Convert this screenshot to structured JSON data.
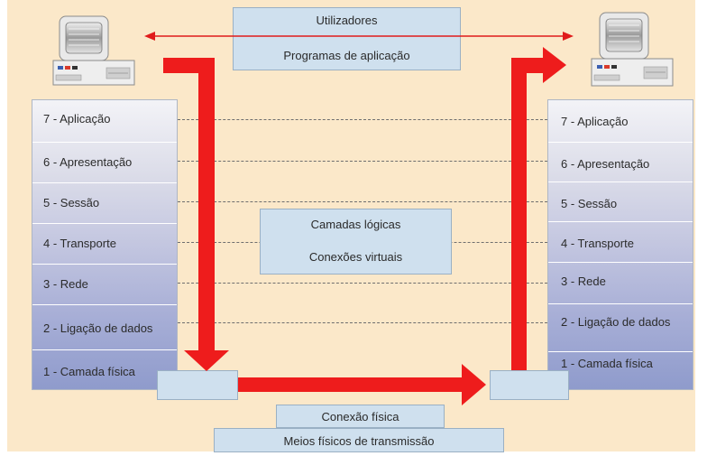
{
  "top_box": {
    "line1": "Utilizadores",
    "line2": "Programas de aplicação"
  },
  "center_box": {
    "line1": "Camadas lógicas",
    "line2": "Conexões virtuais"
  },
  "bottom": {
    "box1": "Conexão física",
    "box2": "Meios físicos de transmissão"
  },
  "left_stack": [
    "7 - Aplicação",
    "6 - Apresentação",
    "5 - Sessão",
    "4 - Transporte",
    "3 - Rede",
    "2 - Ligação de dados",
    "1 - Camada física"
  ],
  "right_stack": [
    "7 - Aplicação",
    "6 - Apresentação",
    "5 - Sessão",
    "4 - Transporte",
    "3 - Rede",
    "2 - Ligação de dados",
    "1 - Camada física"
  ],
  "icons": [
    "computer-icon-left",
    "computer-icon-right"
  ],
  "colors": {
    "background": "#fbe8c9",
    "box": "#cfe0ee",
    "arrow": "#ee1c1c"
  }
}
